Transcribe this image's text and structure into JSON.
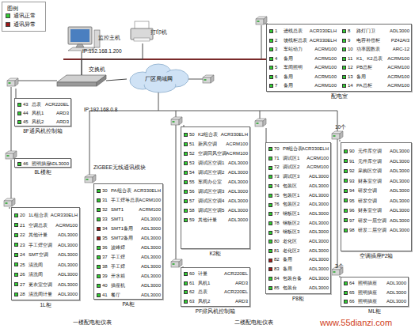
{
  "diagram": {
    "nodes": [
      {
        "text": [
          "监控主机",
          "IP:192.168.1.200"
        ]
      },
      {
        "text": [
          "打印机"
        ]
      },
      {
        "text": [
          "交换机",
          "IP:192.168.0.8"
        ]
      },
      {
        "text": [
          "厂区局域网"
        ]
      },
      {
        "text": [
          "配电室"
        ]
      },
      {
        "text": [
          "1",
          "进线总表",
          "ACR330ELH"
        ],
        "in": 4
      },
      {
        "text": [
          "2",
          "馈线柜总表",
          "ACR330ELH"
        ],
        "in": 4
      },
      {
        "text": [
          "3",
          "车站动力",
          "ACRM100"
        ],
        "in": 4
      },
      {
        "text": [
          "4",
          "备用",
          "ACRM100"
        ],
        "in": 4
      },
      {
        "text": [
          "5",
          "车间照明",
          "ACRM100"
        ],
        "in": 4
      },
      {
        "text": [
          "6",
          "备用",
          "ACRM100"
        ],
        "in": 4
      },
      {
        "text": [
          "7",
          "备用",
          "ACRM100"
        ],
        "in": 4
      },
      {
        "text": [
          "8",
          "路灯门卫",
          "ADL3000"
        ],
        "in": 4
      },
      {
        "text": [
          "9",
          "电容补偿柜",
          "PZ42AI3"
        ],
        "in": 4
      },
      {
        "text": [
          "10",
          "功率因数表",
          "ARC-12"
        ],
        "in": 4
      },
      {
        "text": [
          "11",
          "K1、K2总表",
          "ACRM100"
        ],
        "in": 4
      },
      {
        "text": [
          "12",
          "PB总柜",
          "ACRM100"
        ],
        "in": 4
      },
      {
        "text": [
          "13",
          "备用",
          "ACRM100"
        ],
        "in": 4
      },
      {
        "text": [
          "14",
          "PA总柜",
          "ACRM100"
        ],
        "in": 4
      },
      {
        "text": [
          "8F通风机控制箱"
        ]
      },
      {
        "text": [
          "43",
          "总表",
          "ACR220EL"
        ],
        "in": 19
      },
      {
        "text": [
          "44",
          "风机1",
          "ARD3"
        ],
        "in": 19
      },
      {
        "text": [
          "45",
          "风机2",
          "ARD3"
        ],
        "in": 19
      },
      {
        "text": [
          "8L楼柜"
        ]
      },
      {
        "text": [
          "46",
          "照明插座",
          "ADL3000"
        ],
        "in": 23
      },
      {
        "text": [
          "1L柜"
        ]
      },
      {
        "text": [
          "20",
          "1L组合表",
          "ACR330ELH"
        ],
        "in": 25
      },
      {
        "text": [
          "21",
          "空调总表",
          "ACRM100"
        ],
        "in": 25
      },
      {
        "text": [
          "22",
          "其他计量",
          "ADL3000"
        ],
        "in": 25
      },
      {
        "text": [
          "23",
          "手工焊空调",
          "ADL3000"
        ],
        "in": 25
      },
      {
        "text": [
          "24",
          "SMT空调",
          "ADL3000"
        ],
        "in": 25
      },
      {
        "text": [
          "25",
          "清洗间",
          "ADL3000"
        ],
        "in": 25
      },
      {
        "text": [
          "26",
          "清洗间",
          "ADL3000"
        ],
        "in": 25
      },
      {
        "text": [
          "27",
          "更衣室空调",
          "ADL3000"
        ],
        "in": 25
      },
      {
        "text": [
          "28",
          "清洗间计量",
          "ADL3000"
        ],
        "in": 25
      },
      {
        "text": [
          "PA柜"
        ]
      },
      {
        "text": [
          "30",
          "PA组合表",
          "ACR330ELH"
        ],
        "in": 35
      },
      {
        "text": [
          "31",
          "手工焊等总表",
          "ACRM100"
        ],
        "in": 35
      },
      {
        "text": [
          "32",
          "SMT1",
          "ACRM100"
        ],
        "in": 35
      },
      {
        "text": [
          "33",
          "SMT1",
          "ADL3000"
        ],
        "in": 35
      },
      {
        "text": [
          "34",
          "SMT1备用",
          "ADL3000"
        ],
        "in": 35
      },
      {
        "text": [
          "35",
          "SMT2备用",
          "ADL3000"
        ],
        "in": 35
      },
      {
        "text": [
          "36",
          "波峰焊",
          "ADL3000"
        ],
        "in": 35
      },
      {
        "text": [
          "37",
          "手工焊",
          "ADL3000"
        ],
        "in": 35
      },
      {
        "text": [
          "38",
          "手工焊",
          "ADL3000"
        ],
        "in": 35
      },
      {
        "text": [
          "39",
          "开水箱",
          "ADL3000"
        ],
        "in": 35
      },
      {
        "text": [
          "40",
          "插座机",
          "ADL3000"
        ],
        "in": 35
      },
      {
        "text": [
          "41",
          "餐厅",
          "ADL3000"
        ],
        "in": 35
      },
      {
        "text": [
          "K2柜"
        ]
      },
      {
        "text": [
          "50",
          "K2组合表",
          "ACR330ELH"
        ],
        "in": 48
      },
      {
        "text": [
          "51",
          "新风空调",
          "ACRM100"
        ],
        "in": 48
      },
      {
        "text": [
          "52",
          "空调回风空调",
          "ACRM100"
        ],
        "in": 48
      },
      {
        "text": [
          "53",
          "调试区空调1",
          "ADL3000"
        ],
        "in": 48
      },
      {
        "text": [
          "54",
          "调试区空调2",
          "ADL3000"
        ],
        "in": 48
      },
      {
        "text": [
          "55",
          "车间办公室",
          "ADL3000"
        ],
        "in": 48
      },
      {
        "text": [
          "56",
          "调试区空调3",
          "ADL3000"
        ],
        "in": 48
      },
      {
        "text": [
          "57",
          "调试区空调4",
          "ADL3000"
        ],
        "in": 48
      },
      {
        "text": [
          "58",
          "调试区空调5",
          "ADL3000"
        ],
        "in": 48
      },
      {
        "text": [
          "59",
          "其他计量",
          "ADL3000"
        ],
        "in": 48
      },
      {
        "text": [
          "PF排风机控制箱"
        ]
      },
      {
        "text": [
          "60",
          "计量",
          "ACR220EL"
        ],
        "in": 59
      },
      {
        "text": [
          "61",
          "风机1",
          "ARD3"
        ],
        "in": 59
      },
      {
        "text": [
          "62",
          "总表",
          "ACR220EL"
        ],
        "in": 59
      },
      {
        "text": [
          "63",
          "风机2",
          "ARD3"
        ],
        "in": 59
      },
      {
        "text": [
          "P8柜"
        ]
      },
      {
        "text": [
          "70",
          "P8组合表",
          "ACR330ELH"
        ],
        "in": 64
      },
      {
        "text": [
          "71",
          "调试区1",
          "ACRM100"
        ],
        "in": 64
      },
      {
        "text": [
          "72",
          "调试区2",
          "ACRM100"
        ],
        "in": 64
      },
      {
        "text": [
          "73",
          "调试区3",
          "ADL3000"
        ],
        "in": 64
      },
      {
        "text": [
          "74",
          "包装区",
          "ADL3000"
        ],
        "in": 64
      },
      {
        "text": [
          "75",
          "包装区1",
          "ADL3000"
        ],
        "in": 64
      },
      {
        "text": [
          "76",
          "包装区2",
          "ADL3000"
        ],
        "in": 64
      },
      {
        "text": [
          "77",
          "钢板区1",
          "ADL3000"
        ],
        "in": 64
      },
      {
        "text": [
          "78",
          "钢板区2",
          "ADL3000"
        ],
        "in": 64
      },
      {
        "text": [
          "79",
          "钢板区3",
          "ADL3000"
        ],
        "in": 64
      },
      {
        "text": [
          "80",
          "老化区",
          "ADL3000"
        ],
        "in": 64
      },
      {
        "text": [
          "81",
          "老化区2",
          "ADL3000"
        ],
        "in": 64
      },
      {
        "text": [
          "82",
          "备用",
          "ADL3000"
        ],
        "in": 64
      },
      {
        "text": [
          "83",
          "备用",
          "ADL3000"
        ],
        "in": 64
      },
      {
        "text": [
          "84",
          "包装台备",
          "ADL3000"
        ],
        "in": 64
      },
      {
        "text": [
          "85",
          "包装台",
          "ADL3000"
        ],
        "in": 64
      },
      {
        "text": [
          "空调插座P2箱"
        ]
      },
      {
        "text": [
          "90",
          "元件库空调",
          "ADL3000"
        ],
        "in": 81
      },
      {
        "text": [
          "91",
          "元件库空调",
          "ADL3000"
        ],
        "in": 81
      },
      {
        "text": [
          "92",
          "采购区空调",
          "ADL3000"
        ],
        "in": 81
      },
      {
        "text": [
          "93",
          "财务室空调",
          "ADL3000"
        ],
        "in": 81
      },
      {
        "text": [
          "94",
          "研发空调",
          "ADL3000"
        ],
        "in": 81
      },
      {
        "text": [
          "95",
          "研发空调",
          "ADL3000"
        ],
        "in": 81
      },
      {
        "text": [
          "96",
          "财务室空调",
          "ADL3000"
        ],
        "in": 81
      },
      {
        "text": [
          "97",
          "研发一层空调",
          "ADL3000"
        ],
        "in": 81
      },
      {
        "text": [
          "98",
          "研发二层空调",
          "ADL3000"
        ],
        "in": 81
      },
      {
        "text": [
          "ML柜"
        ]
      },
      {
        "text": [
          "64",
          "照明插座",
          "ADL3000"
        ],
        "in": 91
      },
      {
        "text": [
          "65",
          "照明插座",
          "ADL3000"
        ],
        "in": 91
      },
      {
        "text": [
          "66",
          "照明插座",
          "ADL3000"
        ],
        "in": 91
      }
    ],
    "edges": [
      {
        "from": 0,
        "to": 2,
        "arrow": "none"
      },
      {
        "from": 1,
        "to": 2,
        "arrow": "none"
      },
      {
        "from": 2,
        "to": 3,
        "arrow": "none"
      }
    ],
    "labels": [
      "图例",
      "ZIGBEE无线通讯模块",
      "10个",
      "3个",
      "一楼配电柜仪表",
      "二楼配电柜仪表",
      "www.55dianzi.com"
    ],
    "legend": [
      {
        "text": "通讯正常",
        "color": "#33cc33"
      },
      {
        "text": "通讯异常",
        "color": "#a01818"
      }
    ]
  }
}
